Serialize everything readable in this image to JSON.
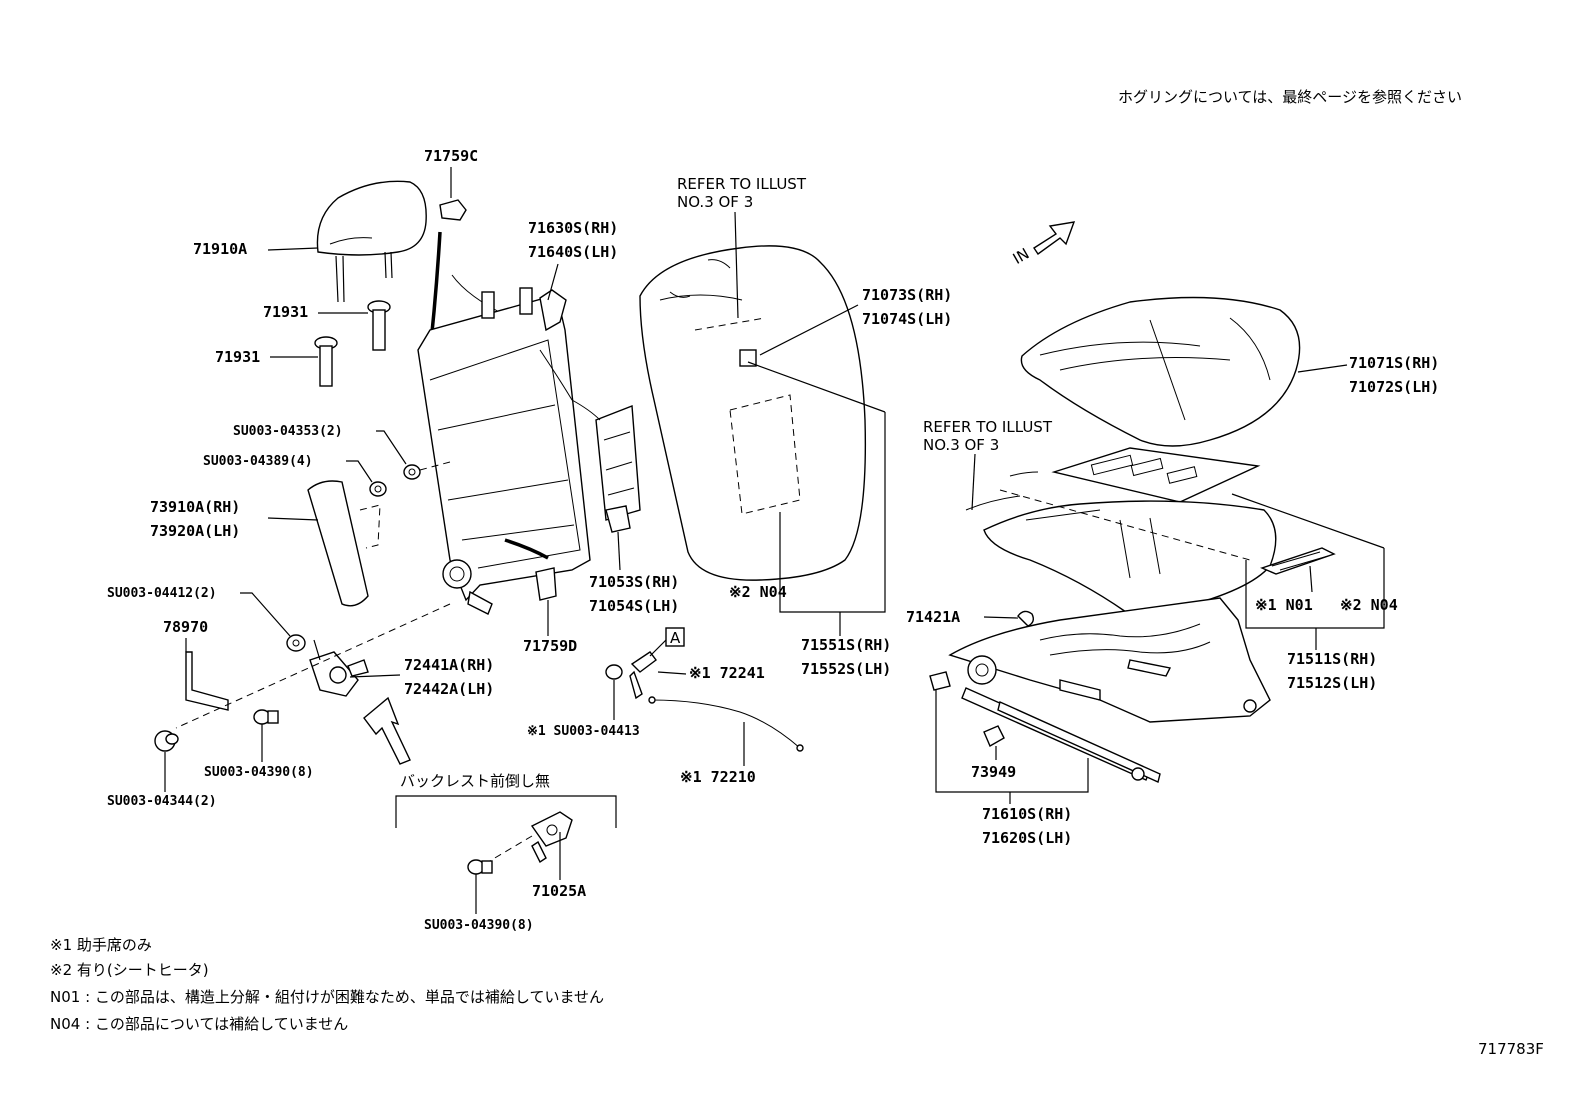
{
  "header": {
    "note": "ホグリングについては、最終ページを参照ください"
  },
  "refers": [
    {
      "line1": "REFER TO ILLUST",
      "line2": "NO.3 OF 3"
    },
    {
      "line1": "REFER TO ILLUST",
      "line2": "NO.3 OF 3"
    }
  ],
  "direction": {
    "label": "IN"
  },
  "labels": {
    "l71759c": "71759C",
    "l71910a": "71910A",
    "l71931a": "71931",
    "l71931b": "71931",
    "l71630s": "71630S(RH)",
    "l71640s": "71640S(LH)",
    "l71073s": "71073S(RH)",
    "l71074s": "71074S(LH)",
    "l71071s": "71071S(RH)",
    "l71072s": "71072S(LH)",
    "su04353": "SU003-04353(2)",
    "su04389": "SU003-04389(4)",
    "l73910a": "73910A(RH)",
    "l73920a": "73920A(LH)",
    "l71053s": "71053S(RH)",
    "l71054s": "71054S(LH)",
    "n04a": "※2 N04",
    "su04412": "SU003-04412(2)",
    "l78970": "78970",
    "l71759d": "71759D",
    "l72441a": "72441A(RH)",
    "l72442a": "72442A(LH)",
    "l72241": "※1 72241",
    "box_a": "A",
    "su04413": "※1 SU003-04413",
    "l71551s": "71551S(RH)",
    "l71552s": "71552S(LH)",
    "l71421a": "71421A",
    "n01": "※1 N01",
    "n04b": "※2 N04",
    "l71511s": "71511S(RH)",
    "l71512s": "71512S(LH)",
    "su04390a": "SU003-04390(8)",
    "su04344": "SU003-04344(2)",
    "l72210": "※1 72210",
    "l73949": "73949",
    "l71610s": "71610S(RH)",
    "l71620s": "71620S(LH)",
    "backrest": "バックレスト前倒し無",
    "l71025a": "71025A",
    "su04390b": "SU003-04390(8)"
  },
  "footnotes": [
    "※1 助手席のみ",
    "※2 有り(シートヒータ)",
    "N01 : この部品は、構造上分解・組付けが困難なため、単品では補給していません",
    "N04 : この部品については補給していません"
  ],
  "figure_id": "717783F"
}
